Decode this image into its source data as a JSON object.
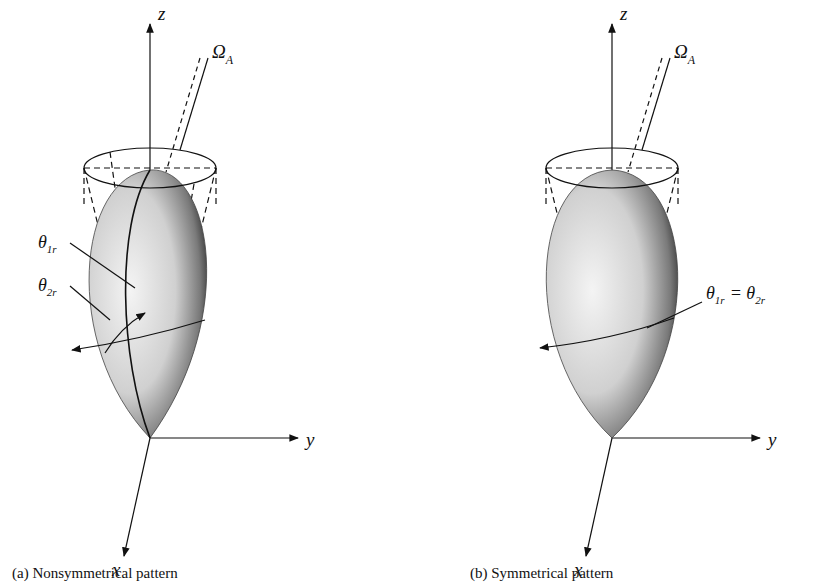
{
  "diagram": {
    "labels": [
      "z",
      "Ω",
      "A",
      "θ",
      "1r",
      "θ",
      "2r",
      "y",
      "x",
      "(a) Nonsymmetrical pattern",
      "z",
      "Ω",
      "A",
      "θ",
      "1r",
      "= θ",
      "2r",
      "y",
      "x",
      "(b) Symmetrical pattern"
    ]
  }
}
